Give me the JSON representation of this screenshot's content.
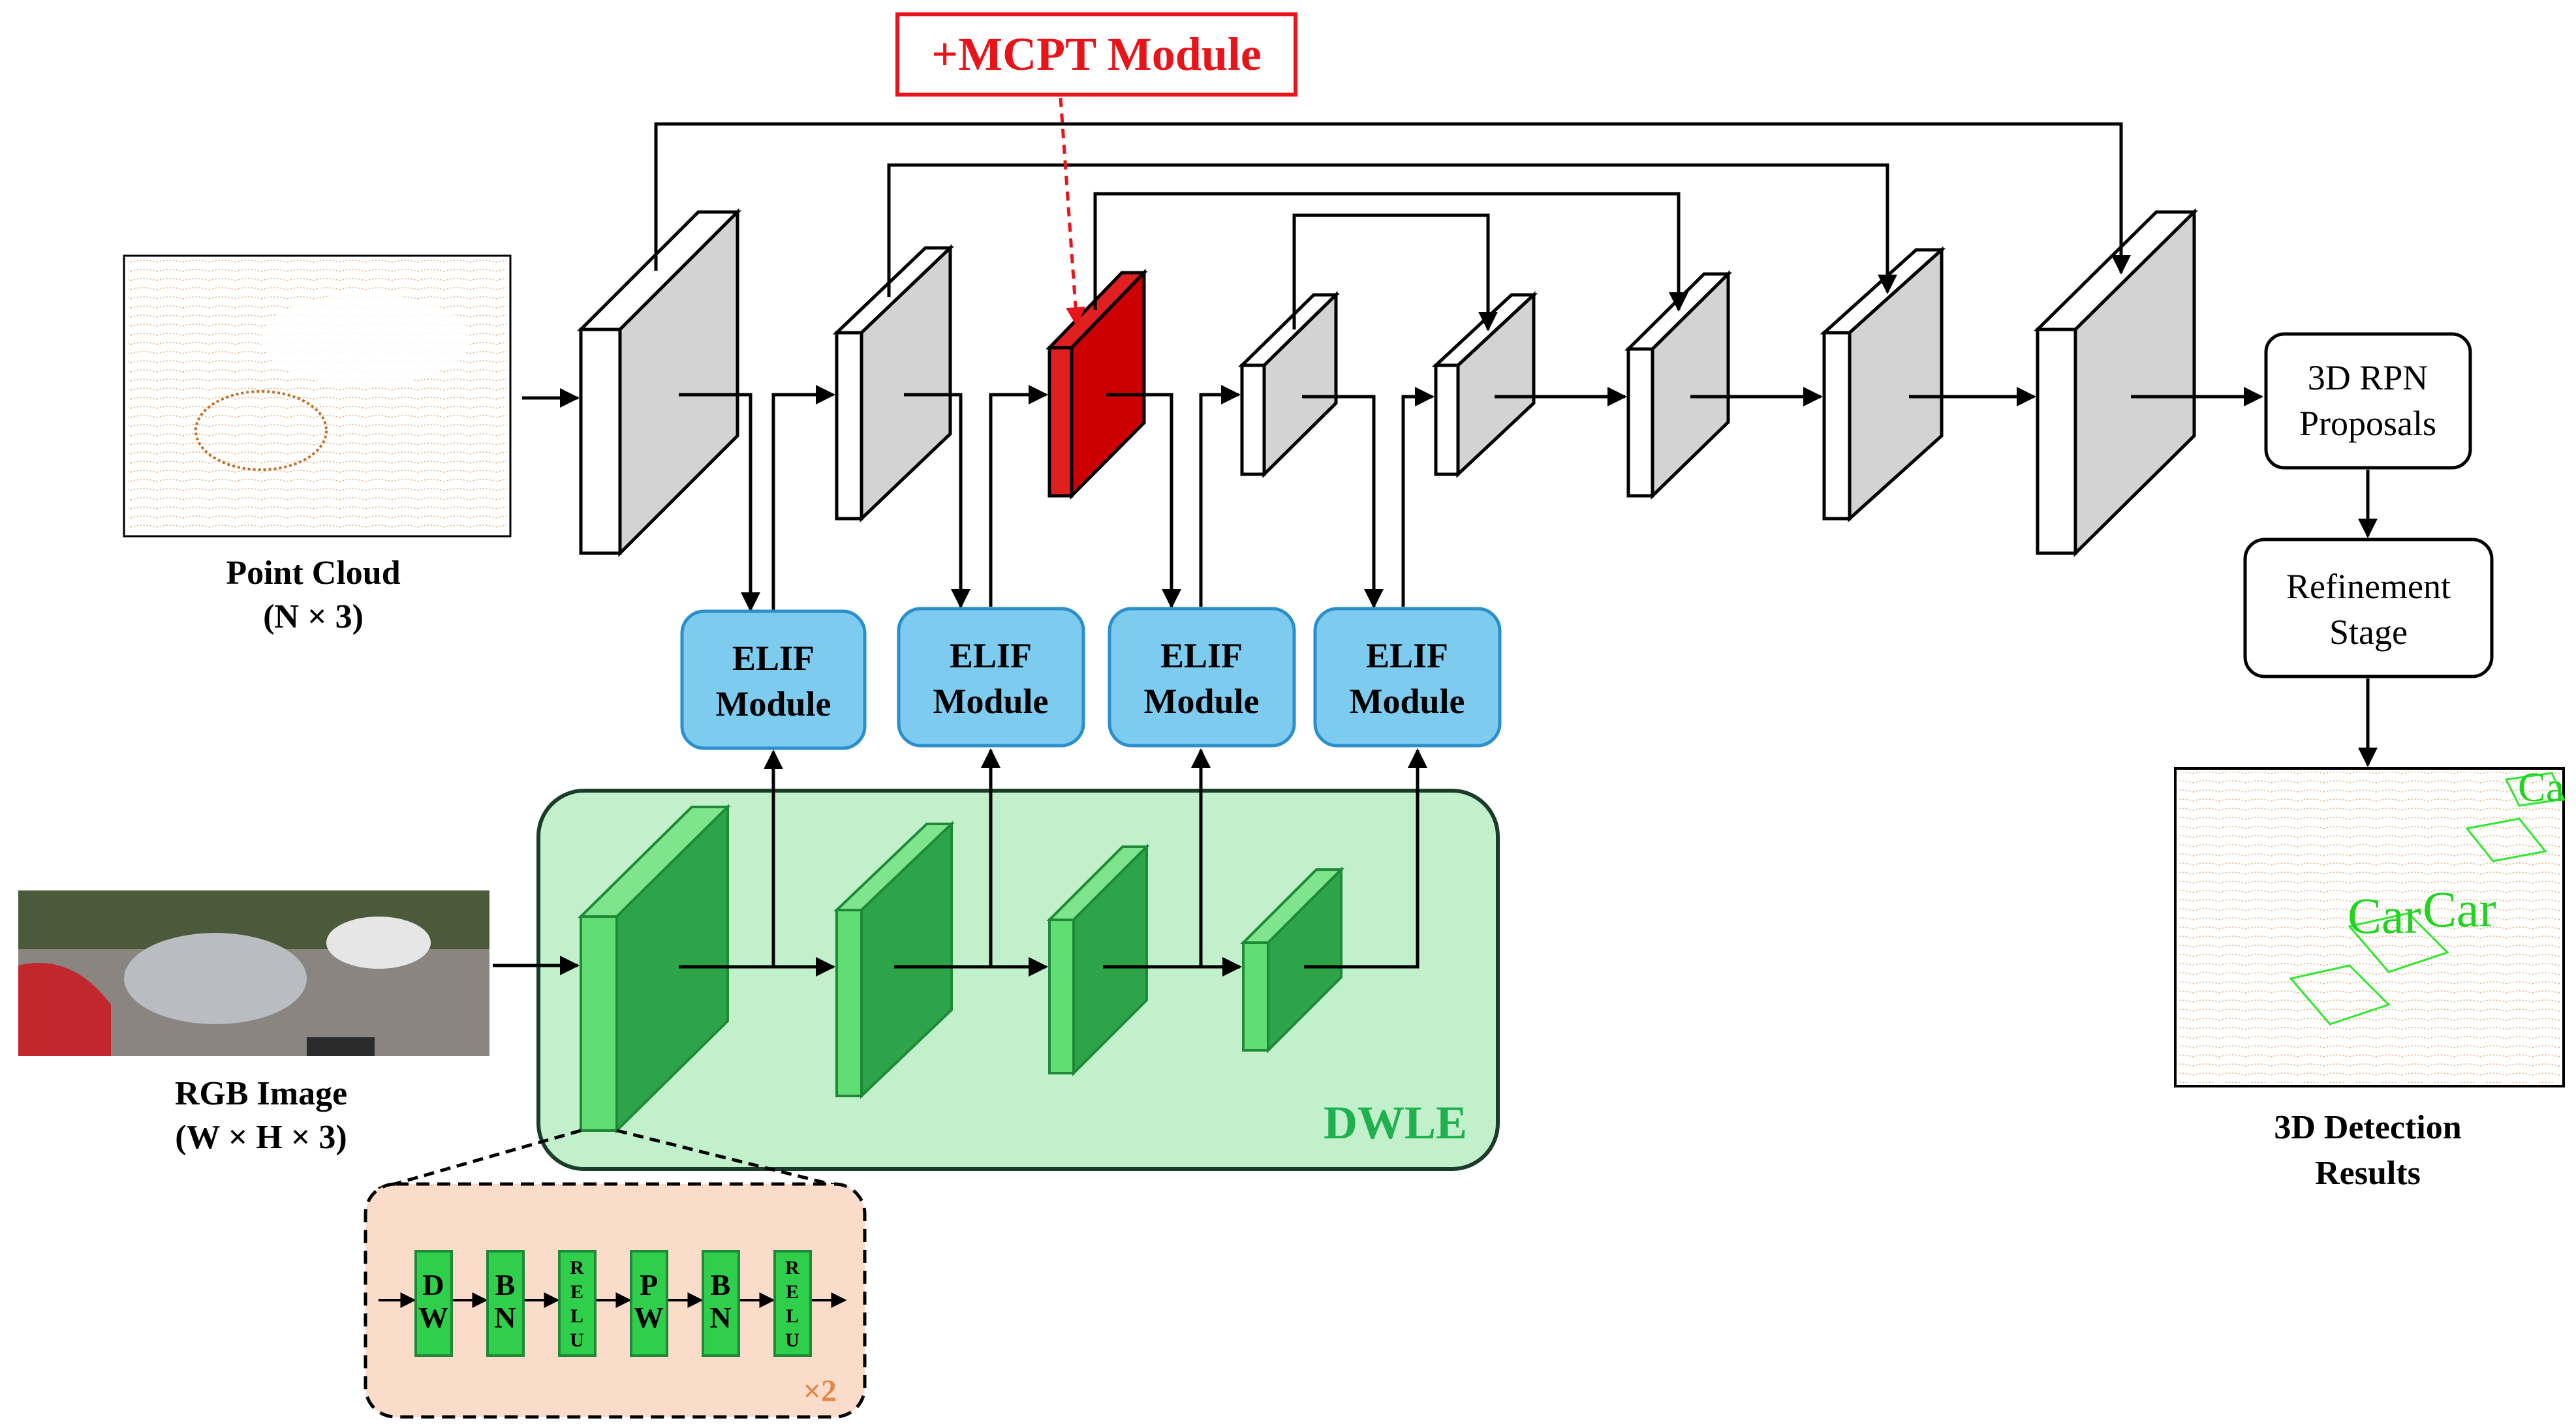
{
  "title": {
    "mcpt_label": "+MCPT Module",
    "mcpt_color": "#e8141a"
  },
  "inputs": {
    "point_cloud_label_line1": "Point Cloud",
    "point_cloud_label_line2": "(N × 3)",
    "rgb_label_line1": "RGB Image",
    "rgb_label_line2": "(W × H × 3)"
  },
  "elif_modules": [
    {
      "line1": "ELIF",
      "line2": "Module"
    },
    {
      "line1": "ELIF",
      "line2": "Module"
    },
    {
      "line1": "ELIF",
      "line2": "Module"
    },
    {
      "line1": "ELIF",
      "line2": "Module"
    }
  ],
  "dwle": {
    "label": "DWLE",
    "color": "#1fb04f"
  },
  "dwle_detail": {
    "blocks": [
      {
        "lines": [
          "D",
          "W"
        ]
      },
      {
        "lines": [
          "B",
          "N"
        ]
      },
      {
        "lines": [
          "R",
          "E",
          "L",
          "U"
        ]
      },
      {
        "lines": [
          "P",
          "W"
        ]
      },
      {
        "lines": [
          "B",
          "N"
        ]
      },
      {
        "lines": [
          "R",
          "E",
          "L",
          "U"
        ]
      }
    ],
    "repeat_label": "×2",
    "repeat_color": "#e0874a"
  },
  "stages": {
    "rpn_line1": "3D RPN",
    "rpn_line2": "Proposals",
    "refine_line1": "Refinement",
    "refine_line2": "Stage"
  },
  "output": {
    "label_line1": "3D Detection",
    "label_line2": "Results",
    "overlay_text_1": "Car",
    "overlay_text_2": "Car",
    "overlay_text_3": "Ca"
  },
  "colors": {
    "elif_fill": "#7ecbf0",
    "elif_stroke": "#2a8fca",
    "dwle_bg": "#c2f0cb",
    "green_front": "#5fdc72",
    "green_side": "#2ea44a",
    "block_grey": "#d3d3d3",
    "mcpt_block": "#cc0000",
    "detail_bg": "#fbdccb"
  }
}
